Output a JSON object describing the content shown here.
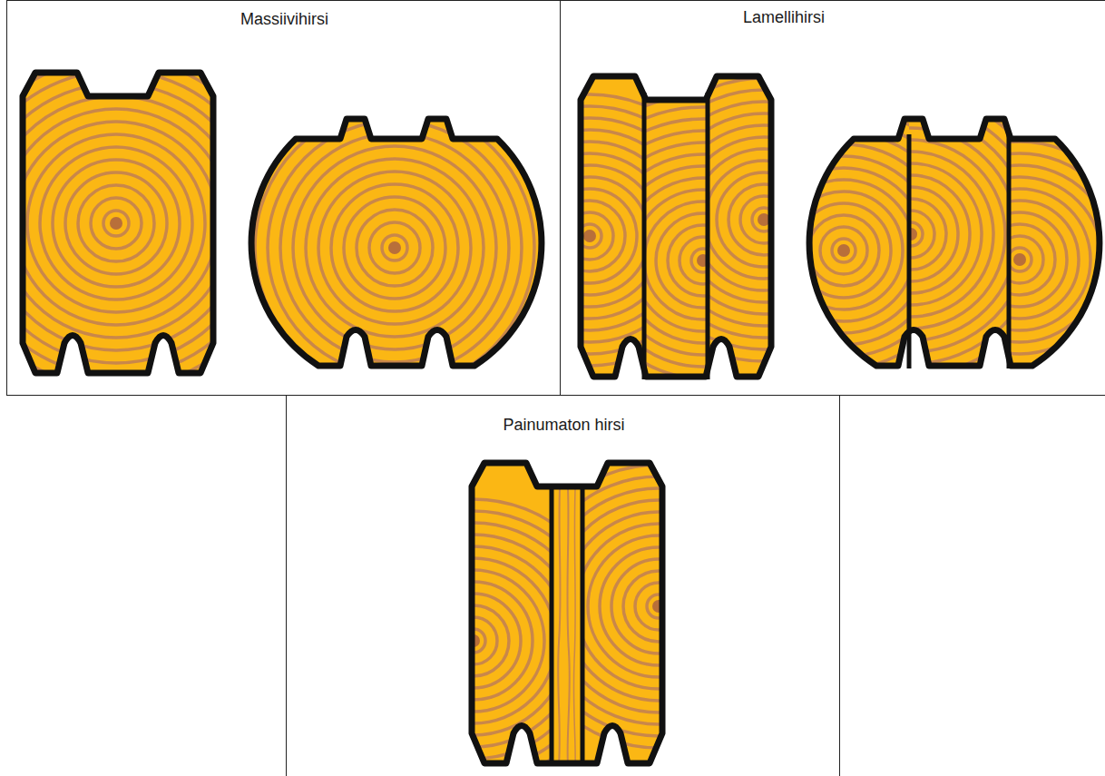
{
  "diagram": {
    "nodes": [
      {
        "text": [
          "Massiivihirsi"
        ]
      },
      {
        "text": [
          "Lamellihirsi"
        ]
      },
      {
        "text": [
          "Painumaton hirsi"
        ]
      }
    ]
  }
}
